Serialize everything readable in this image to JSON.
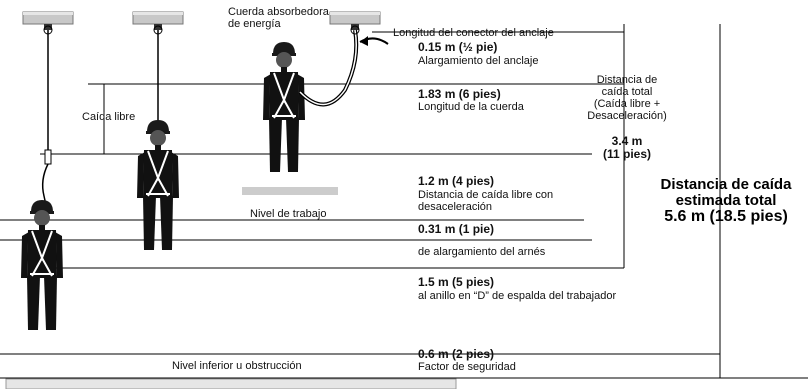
{
  "labels": {
    "energy_absorber": [
      "Cuerda absorbedora",
      "de energía"
    ],
    "connector_length": "Longitud del conector del anclaje",
    "anchor_stretch_value": "0.15 m (½ pie)",
    "anchor_stretch_text": "Alargamiento del anclaje",
    "total_fall_lines": [
      "Distancia de",
      "caída total",
      "(Caída libre +",
      "Desaceleración)"
    ],
    "total_fall_value": [
      "3.4 m",
      "(11 pies)"
    ],
    "free_fall": "Caída libre",
    "lanyard_value": "1.83 m (6 pies)",
    "lanyard_text": "Longitud de la cuerda",
    "work_level": "Nivel de trabajo",
    "decel_value": "1.2 m (4 pies)",
    "decel_text": [
      "Distancia de caída libre con",
      "desaceleración"
    ],
    "harness_value": "0.31 m (1 pie)",
    "harness_text": "de alargamiento del arnés",
    "dring_value": "1.5 m (5 pies)",
    "dring_text": "al anillo en “D” de espalda del trabajador",
    "lower_level": "Nivel inferior u obstrucción",
    "safety_value": "0.6 m (2 pies)",
    "safety_text": "Factor de seguridad",
    "estimated_total": [
      "Distancia de caída",
      "estimada total",
      "5.6 m (18.5 pies)"
    ]
  },
  "colors": {
    "line": "#000000",
    "beam": "#c8c8c8",
    "figure": "#111111",
    "helmet": "#1a1a1a",
    "head": "#555555",
    "ground": "#cccccc"
  }
}
